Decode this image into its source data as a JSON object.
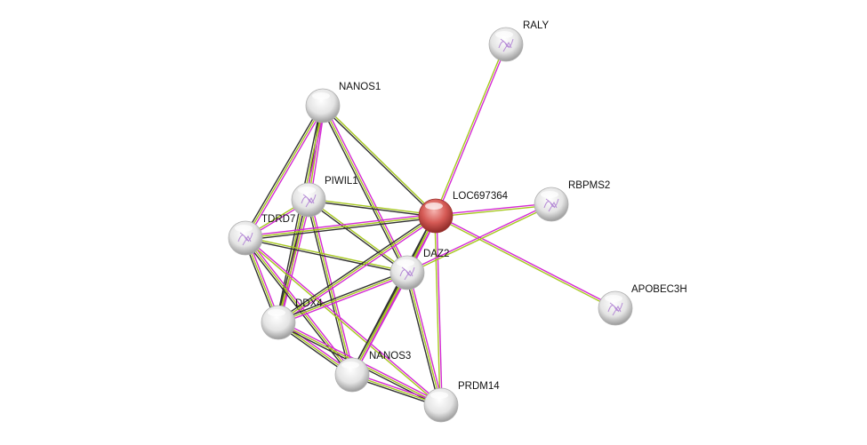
{
  "network": {
    "colors": {
      "textmining": "#d42ad4",
      "coexpression": "#a6c81e",
      "experiments": "#333333",
      "query_node": "#d9534f",
      "node": "#e6e6e6"
    },
    "nodes": [
      {
        "id": "RALY",
        "label": "RALY",
        "query": false,
        "structure": true
      },
      {
        "id": "NANOS1",
        "label": "NANOS1",
        "query": false,
        "structure": false
      },
      {
        "id": "PIWIL1",
        "label": "PIWIL1",
        "query": false,
        "structure": true
      },
      {
        "id": "LOC697364",
        "label": "LOC697364",
        "query": true,
        "structure": false
      },
      {
        "id": "RBPMS2",
        "label": "RBPMS2",
        "query": false,
        "structure": true
      },
      {
        "id": "TDRD7",
        "label": "TDRD7",
        "query": false,
        "structure": true
      },
      {
        "id": "DAZ2",
        "label": "DAZ2",
        "query": false,
        "structure": true
      },
      {
        "id": "APOBEC3H",
        "label": "APOBEC3H",
        "query": false,
        "structure": true
      },
      {
        "id": "DDX4",
        "label": "DDX4",
        "query": false,
        "structure": false
      },
      {
        "id": "NANOS3",
        "label": "NANOS3",
        "query": false,
        "structure": false
      },
      {
        "id": "PRDM14",
        "label": "PRDM14",
        "query": false,
        "structure": false
      }
    ],
    "edges": [
      [
        "RALY",
        "LOC697364",
        "my"
      ],
      [
        "NANOS1",
        "PIWIL1",
        "myk"
      ],
      [
        "NANOS1",
        "TDRD7",
        "myk"
      ],
      [
        "NANOS1",
        "LOC697364",
        "yk"
      ],
      [
        "NANOS1",
        "DAZ2",
        "myk"
      ],
      [
        "NANOS1",
        "DDX4",
        "myk"
      ],
      [
        "PIWIL1",
        "LOC697364",
        "yk"
      ],
      [
        "PIWIL1",
        "TDRD7",
        "my"
      ],
      [
        "PIWIL1",
        "DAZ2",
        "yk"
      ],
      [
        "PIWIL1",
        "DDX4",
        "myk"
      ],
      [
        "PIWIL1",
        "NANOS3",
        "myk"
      ],
      [
        "TDRD7",
        "LOC697364",
        "myk"
      ],
      [
        "TDRD7",
        "DAZ2",
        "yk"
      ],
      [
        "TDRD7",
        "DDX4",
        "myk"
      ],
      [
        "TDRD7",
        "NANOS3",
        "myk"
      ],
      [
        "TDRD7",
        "PRDM14",
        "my"
      ],
      [
        "LOC697364",
        "RBPMS2",
        "my"
      ],
      [
        "LOC697364",
        "DAZ2",
        "myk"
      ],
      [
        "LOC697364",
        "DDX4",
        "myk"
      ],
      [
        "LOC697364",
        "APOBEC3H",
        "my"
      ],
      [
        "LOC697364",
        "NANOS3",
        "myk"
      ],
      [
        "LOC697364",
        "PRDM14",
        "my"
      ],
      [
        "DAZ2",
        "RBPMS2",
        "my"
      ],
      [
        "DAZ2",
        "DDX4",
        "myk"
      ],
      [
        "DAZ2",
        "NANOS3",
        "myk"
      ],
      [
        "DAZ2",
        "PRDM14",
        "myk"
      ],
      [
        "DDX4",
        "NANOS3",
        "myk"
      ],
      [
        "DDX4",
        "PRDM14",
        "myk"
      ],
      [
        "NANOS3",
        "PRDM14",
        "myk"
      ]
    ]
  }
}
